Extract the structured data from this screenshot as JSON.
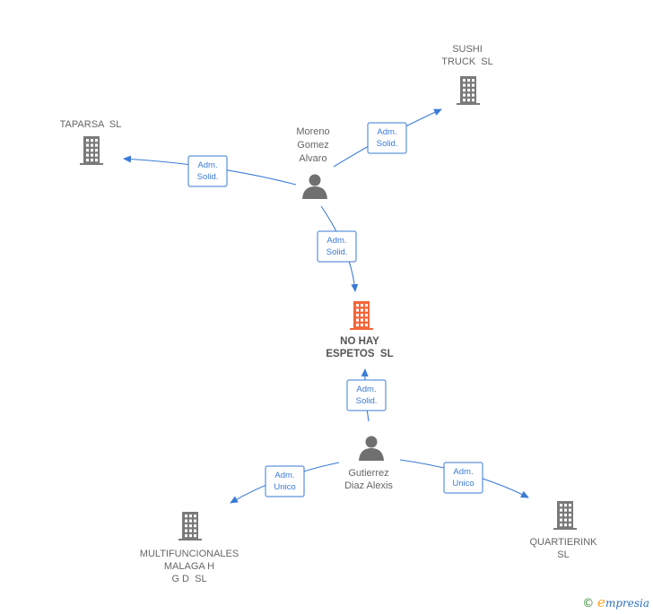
{
  "nodes": {
    "sushi": {
      "lines": [
        "SUSHI",
        "TRUCK  SL"
      ],
      "type": "company"
    },
    "taparsa": {
      "lines": [
        "TAPARSA  SL"
      ],
      "type": "company"
    },
    "moreno": {
      "lines": [
        "Moreno",
        "Gomez",
        "Alvaro"
      ],
      "type": "person"
    },
    "nohay": {
      "lines": [
        "NO HAY",
        "ESPETOS  SL"
      ],
      "type": "company-main"
    },
    "gutierrez": {
      "lines": [
        "Gutierrez",
        "Diaz Alexis"
      ],
      "type": "person"
    },
    "multifuncionales": {
      "lines": [
        "MULTIFUNCIONALES",
        "MALAGA H",
        "G D  SL"
      ],
      "type": "company"
    },
    "quartierink": {
      "lines": [
        "QUARTIERINK",
        "SL"
      ],
      "type": "company"
    }
  },
  "edges": [
    {
      "from": "moreno",
      "to": "sushi",
      "label": [
        "Adm.",
        "Solid."
      ]
    },
    {
      "from": "moreno",
      "to": "taparsa",
      "label": [
        "Adm.",
        "Solid."
      ]
    },
    {
      "from": "moreno",
      "to": "nohay",
      "label": [
        "Adm.",
        "Solid."
      ]
    },
    {
      "from": "gutierrez",
      "to": "nohay",
      "label": [
        "Adm.",
        "Solid."
      ]
    },
    {
      "from": "gutierrez",
      "to": "multifuncionales",
      "label": [
        "Adm.",
        "Unico"
      ]
    },
    {
      "from": "gutierrez",
      "to": "quartierink",
      "label": [
        "Adm.",
        "Unico"
      ]
    }
  ],
  "footer": {
    "copyright": "©",
    "brand_initial": "e",
    "brand_rest": "mpresia"
  },
  "colors": {
    "edge": "#3a7bd5",
    "main_company": "#f4663a",
    "company": "#7a7a7a",
    "person": "#707070"
  }
}
